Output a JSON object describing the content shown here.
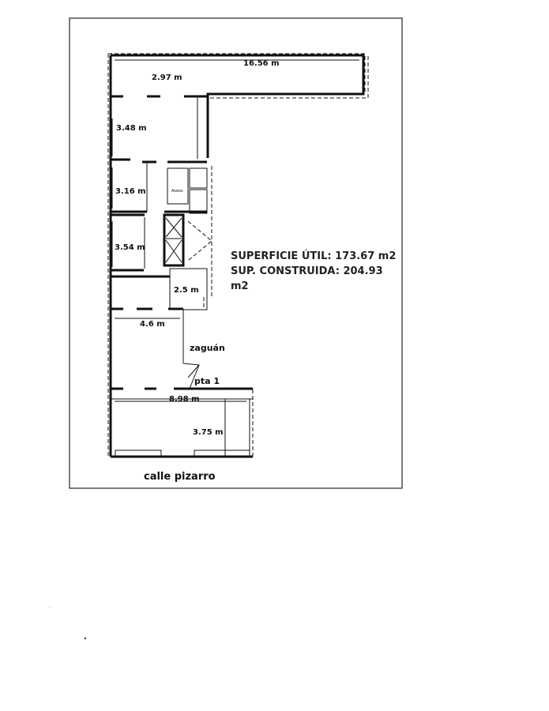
{
  "plan": {
    "dimensions": {
      "top_width": "16.56 m",
      "room_a": "2.97 m",
      "room_b": "3.48 m",
      "room_c": "3.16 m",
      "room_d": "3.54 m",
      "room_e": "2.5 m",
      "room_f": "4.6 m",
      "bottom_width": "8.98 m",
      "bottom_height": "3.75 m"
    },
    "labels": {
      "hall": "zaguán",
      "door": "pta 1",
      "small_room": "Aseos"
    },
    "street": "calle pizarro",
    "area": {
      "useful_line": "SUPERFICIE ÚTIL: 173.67 m2",
      "built_line1": "SUP. CONSTRUIDA: 204.93",
      "built_line2": "m2"
    }
  }
}
